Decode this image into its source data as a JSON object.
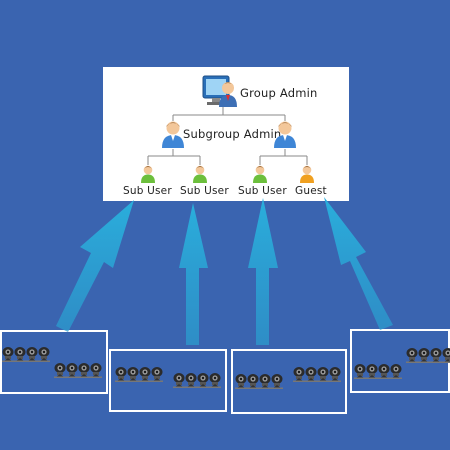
{
  "nodes": {
    "group_admin": "Group Admin",
    "subgroup_admin": "Subgroup Admin",
    "sub_user_1": "Sub User",
    "sub_user_2": "Sub User",
    "sub_user_3": "Sub User",
    "guest": "Guest"
  },
  "icons": {
    "group_admin": "computer-admin-icon",
    "subgroup_admin": "user-blue-icon",
    "sub_user": "user-green-icon",
    "guest": "user-orange-icon",
    "camera": "security-camera-icon"
  },
  "colors": {
    "background": "#3a64b0",
    "panel": "#ffffff",
    "arrow": "#2a9fd0",
    "connector": "#8a8a8a",
    "frame": "#ffffff"
  }
}
